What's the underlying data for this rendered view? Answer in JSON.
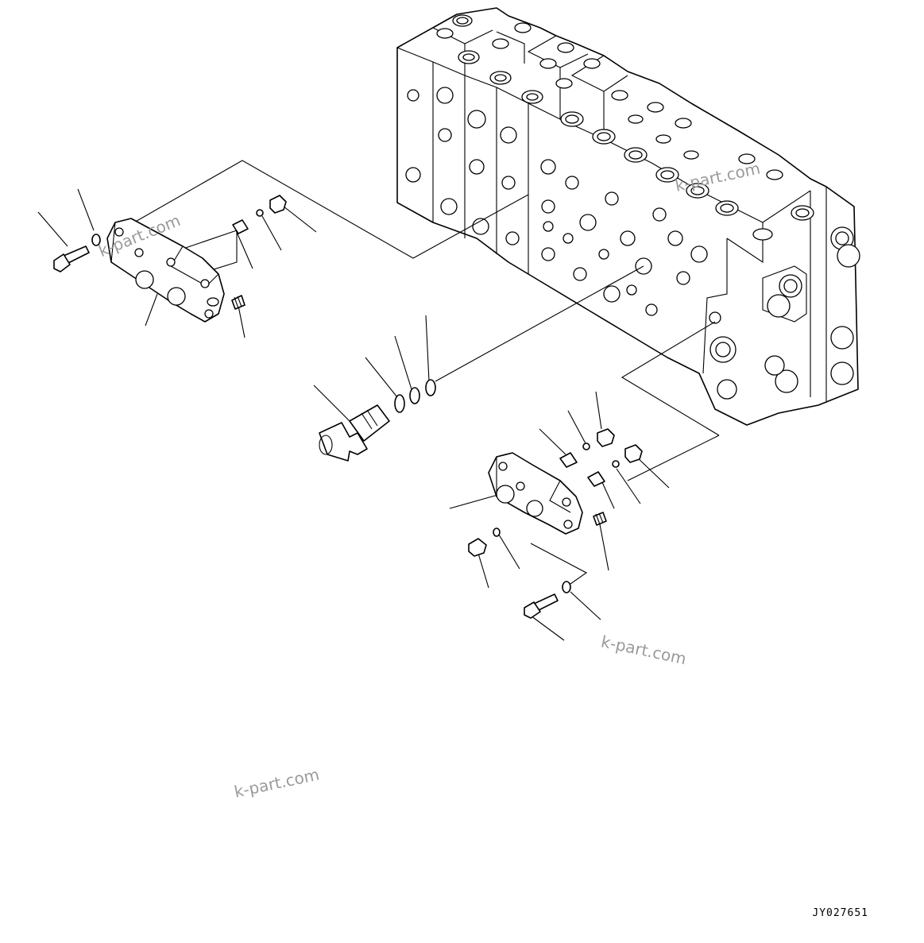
{
  "drawing": {
    "code": "JY027651"
  },
  "watermarks": [
    "k-part.com",
    "k-part.com",
    "k-part.com",
    "k-part.com"
  ],
  "parts": [
    "main-valve-block",
    "cover-upper",
    "bolt-upper",
    "washer-upper",
    "orifice-upper",
    "o-ring-small-upper",
    "plug-upper",
    "spring-upper",
    "check-valve-cartridge",
    "o-ring-1",
    "backup-ring",
    "o-ring-2",
    "cover-lower",
    "orifice-lower-1",
    "orifice-lower-2",
    "o-ring-small-lower-1",
    "o-ring-small-lower-2",
    "plug-lower-1",
    "plug-lower-2",
    "spring-lower",
    "plug-lower-3",
    "o-ring-lower-3",
    "bolt-lower",
    "washer-lower"
  ]
}
